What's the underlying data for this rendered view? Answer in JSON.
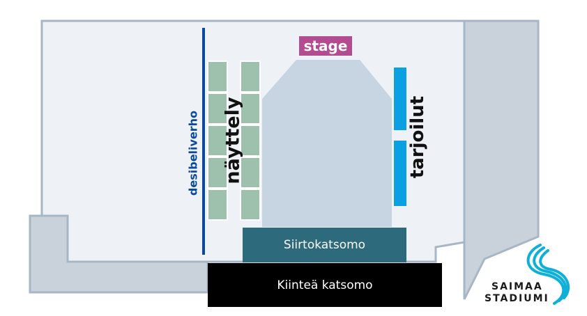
{
  "labels": {
    "stage": "stage",
    "exhibition": "näyttely",
    "catering": "tarjoilut",
    "decibel_curtain": "desibeliverho",
    "mobile_stand": "Siirtokatsomo",
    "fixed_stand": "Kiinteä katsomo"
  },
  "logo": {
    "line1": "SAIMAA",
    "line2": "STADIUMI",
    "icon": "swirl-logo-icon"
  },
  "colors": {
    "floor": "#eef2f7",
    "floor_outline": "#a7b6c5",
    "outer_structure": "#c9d2da",
    "central_area": "#c6d5e1",
    "exhibition_booths": "#9ec1ad",
    "exhibition_booth_outline": "#ffffff",
    "stage_badge": "#b44a90",
    "catering": "#0aa0e3",
    "decibel_curtain": "#0b4a9a",
    "mobile_stand": "#2d6a7c",
    "fixed_stand": "#000000",
    "logo": "#0fb0d8",
    "logo_text": "#1a1a1a"
  }
}
